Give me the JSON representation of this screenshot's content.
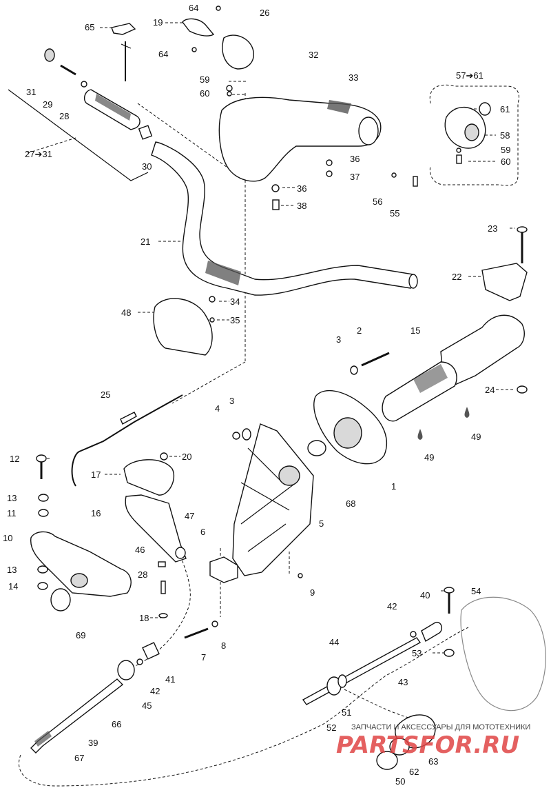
{
  "diagram": {
    "labels": [
      {
        "id": "l64a",
        "text": "64"
      },
      {
        "id": "l19",
        "text": "19"
      },
      {
        "id": "l26",
        "text": "26"
      },
      {
        "id": "l65",
        "text": "65"
      },
      {
        "id": "l64b",
        "text": "64"
      },
      {
        "id": "l32",
        "text": "32"
      },
      {
        "id": "l31",
        "text": "31"
      },
      {
        "id": "l59a",
        "text": "59"
      },
      {
        "id": "l60a",
        "text": "60"
      },
      {
        "id": "l33",
        "text": "33"
      },
      {
        "id": "l5761",
        "text": "57➔61"
      },
      {
        "id": "l29",
        "text": "29"
      },
      {
        "id": "l28a",
        "text": "28"
      },
      {
        "id": "l61",
        "text": "61"
      },
      {
        "id": "l58",
        "text": "58"
      },
      {
        "id": "l2731",
        "text": "27➔31"
      },
      {
        "id": "l30",
        "text": "30"
      },
      {
        "id": "l36a",
        "text": "36"
      },
      {
        "id": "l59b",
        "text": "59"
      },
      {
        "id": "l60b",
        "text": "60"
      },
      {
        "id": "l37",
        "text": "37"
      },
      {
        "id": "l36b",
        "text": "36"
      },
      {
        "id": "l56",
        "text": "56"
      },
      {
        "id": "l38",
        "text": "38"
      },
      {
        "id": "l55",
        "text": "55"
      },
      {
        "id": "l23",
        "text": "23"
      },
      {
        "id": "l21",
        "text": "21"
      },
      {
        "id": "l22",
        "text": "22"
      },
      {
        "id": "l34",
        "text": "34"
      },
      {
        "id": "l48",
        "text": "48"
      },
      {
        "id": "l35",
        "text": "35"
      },
      {
        "id": "l15",
        "text": "15"
      },
      {
        "id": "l3a",
        "text": "3"
      },
      {
        "id": "l2",
        "text": "2"
      },
      {
        "id": "l24",
        "text": "24"
      },
      {
        "id": "l25",
        "text": "25"
      },
      {
        "id": "l4",
        "text": "4"
      },
      {
        "id": "l3b",
        "text": "3"
      },
      {
        "id": "l49a",
        "text": "49"
      },
      {
        "id": "l49b",
        "text": "49"
      },
      {
        "id": "l12",
        "text": "12"
      },
      {
        "id": "l20",
        "text": "20"
      },
      {
        "id": "l17",
        "text": "17"
      },
      {
        "id": "l1",
        "text": "1"
      },
      {
        "id": "l13a",
        "text": "13"
      },
      {
        "id": "l68",
        "text": "68"
      },
      {
        "id": "l11",
        "text": "11"
      },
      {
        "id": "l16",
        "text": "16"
      },
      {
        "id": "l47",
        "text": "47"
      },
      {
        "id": "l5",
        "text": "5"
      },
      {
        "id": "l10",
        "text": "10"
      },
      {
        "id": "l6",
        "text": "6"
      },
      {
        "id": "l46",
        "text": "46"
      },
      {
        "id": "l13b",
        "text": "13"
      },
      {
        "id": "l28b",
        "text": "28"
      },
      {
        "id": "l14",
        "text": "14"
      },
      {
        "id": "l9",
        "text": "9"
      },
      {
        "id": "l40",
        "text": "40"
      },
      {
        "id": "l54",
        "text": "54"
      },
      {
        "id": "l42a",
        "text": "42"
      },
      {
        "id": "l18",
        "text": "18"
      },
      {
        "id": "l69",
        "text": "69"
      },
      {
        "id": "l8",
        "text": "8"
      },
      {
        "id": "l44",
        "text": "44"
      },
      {
        "id": "l7",
        "text": "7"
      },
      {
        "id": "l53",
        "text": "53"
      },
      {
        "id": "l41",
        "text": "41"
      },
      {
        "id": "l43",
        "text": "43"
      },
      {
        "id": "l42b",
        "text": "42"
      },
      {
        "id": "l45",
        "text": "45"
      },
      {
        "id": "l51",
        "text": "51"
      },
      {
        "id": "l66",
        "text": "66"
      },
      {
        "id": "l52",
        "text": "52"
      },
      {
        "id": "l39",
        "text": "39"
      },
      {
        "id": "l67",
        "text": "67"
      },
      {
        "id": "l63",
        "text": "63"
      },
      {
        "id": "l62",
        "text": "62"
      },
      {
        "id": "l50",
        "text": "50"
      }
    ],
    "watermark": {
      "caption": "ЗАПЧАСТИ И АКСЕССУАРЫ ДЛЯ МОТОТЕХНИКИ",
      "brand": "PARTSFOR.RU",
      "color": "#e04545"
    }
  }
}
